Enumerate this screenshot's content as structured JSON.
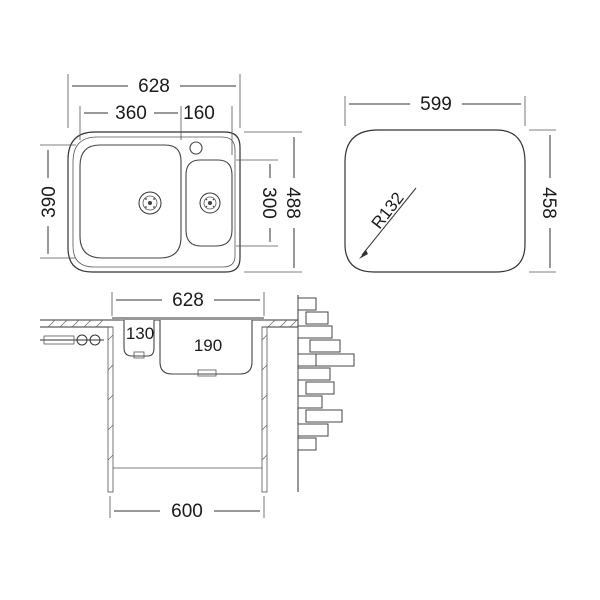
{
  "top_view": {
    "overall_width": "628",
    "large_bowl_width": "360",
    "small_bowl_width": "160",
    "large_bowl_depth": "390",
    "small_bowl_depth": "300",
    "overall_depth": "488"
  },
  "cutout_view": {
    "width": "599",
    "depth": "458",
    "radius": "R132"
  },
  "section_view": {
    "overall_width": "628",
    "small_bowl_height": "130",
    "large_bowl_height": "190",
    "cabinet_width": "600"
  }
}
